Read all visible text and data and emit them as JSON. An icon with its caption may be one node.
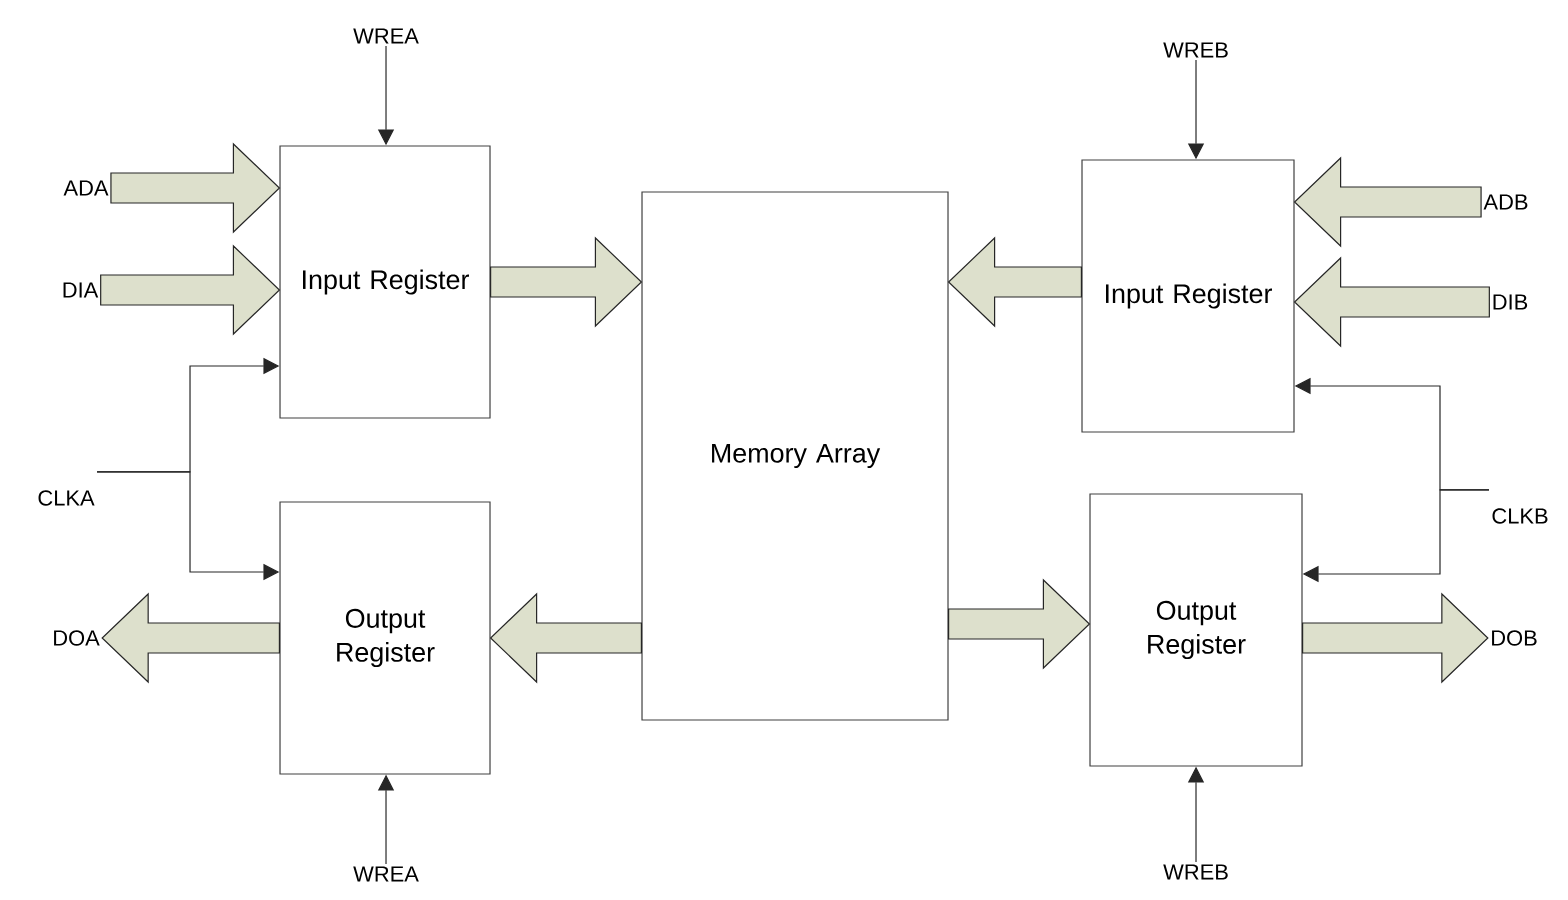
{
  "diagram": {
    "nodes": [
      {
        "text": [
          "Input Register"
        ]
      },
      {
        "text": [
          "Output Register"
        ]
      },
      {
        "text": [
          "Memory Array"
        ]
      },
      {
        "text": [
          "Input Register"
        ]
      },
      {
        "text": [
          "Output Register"
        ]
      },
      {
        "text": [
          "ADA"
        ]
      },
      {
        "text": [
          "DIA"
        ]
      },
      {
        "text": [
          "WREA"
        ]
      },
      {
        "text": [
          "CLKA"
        ]
      },
      {
        "text": [
          "DOA"
        ]
      },
      {
        "text": [
          "WREA"
        ]
      },
      {
        "text": [
          "WREB"
        ]
      },
      {
        "text": [
          "ADB"
        ]
      },
      {
        "text": [
          "DIB"
        ]
      },
      {
        "text": [
          "CLKB"
        ]
      },
      {
        "text": [
          "DOB"
        ]
      },
      {
        "text": [
          "WREB"
        ]
      }
    ],
    "edges": [
      {
        "from": 5,
        "to": 0,
        "arrow": "to",
        "style": "thick"
      },
      {
        "from": 6,
        "to": 0,
        "arrow": "to",
        "style": "thick"
      },
      {
        "from": 7,
        "to": 0,
        "arrow": "to"
      },
      {
        "from": 8,
        "to": 0,
        "arrow": "to"
      },
      {
        "from": 8,
        "to": 1,
        "arrow": "to"
      },
      {
        "from": 1,
        "to": 9,
        "arrow": "to",
        "style": "thick"
      },
      {
        "from": 10,
        "to": 1,
        "arrow": "to"
      },
      {
        "from": 0,
        "to": 2,
        "arrow": "to",
        "style": "thick"
      },
      {
        "from": 2,
        "to": 1,
        "arrow": "to",
        "style": "thick"
      },
      {
        "from": 11,
        "to": 3,
        "arrow": "to"
      },
      {
        "from": 12,
        "to": 3,
        "arrow": "to",
        "style": "thick"
      },
      {
        "from": 13,
        "to": 3,
        "arrow": "to",
        "style": "thick"
      },
      {
        "from": 14,
        "to": 3,
        "arrow": "to"
      },
      {
        "from": 14,
        "to": 4,
        "arrow": "to"
      },
      {
        "from": 3,
        "to": 2,
        "arrow": "to",
        "style": "thick"
      },
      {
        "from": 2,
        "to": 4,
        "arrow": "to",
        "style": "thick"
      },
      {
        "from": 4,
        "to": 15,
        "arrow": "to",
        "style": "thick"
      },
      {
        "from": 16,
        "to": 4,
        "arrow": "to"
      }
    ]
  }
}
